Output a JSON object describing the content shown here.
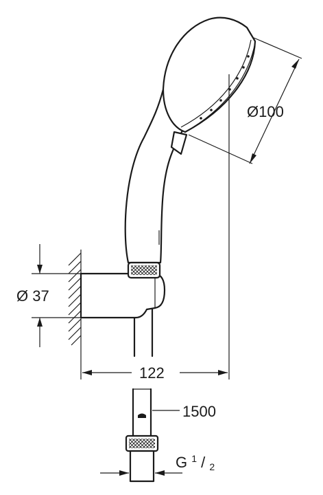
{
  "dimensions": {
    "head_diameter": "Ø100",
    "bracket_diameter": "Ø 37",
    "projection": "122",
    "hose_length": "1500",
    "thread_prefix": "G",
    "thread_num": "1",
    "thread_sep": "/",
    "thread_den": "2"
  },
  "colors": {
    "line": "#1a1a1a",
    "background": "#ffffff"
  },
  "icons": [
    "wall-hatch",
    "knurled-nut"
  ]
}
